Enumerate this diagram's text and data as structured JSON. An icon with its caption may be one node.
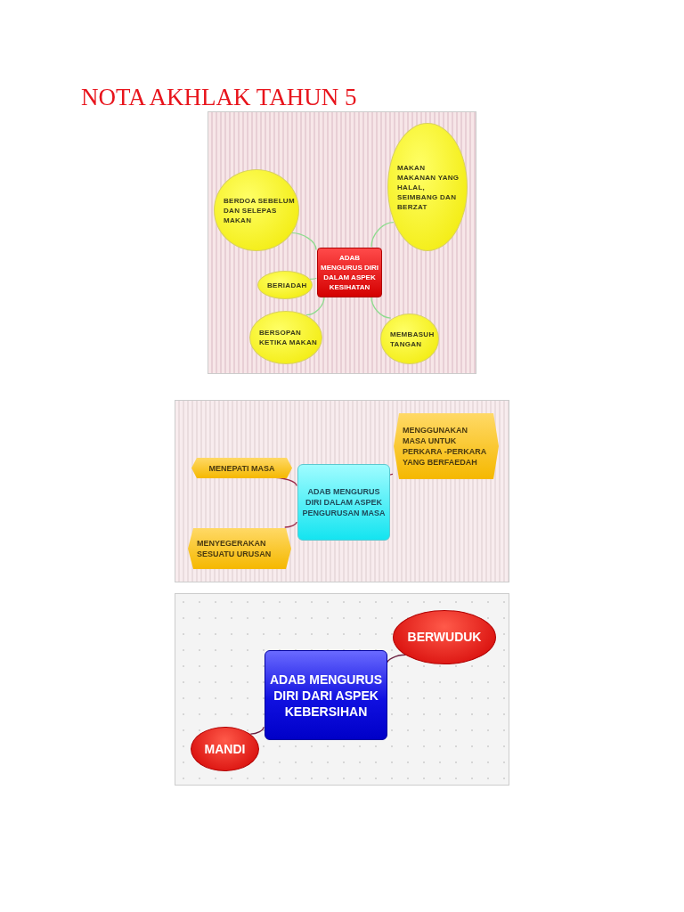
{
  "diagram": {
    "title": "NOTA AKHLAK TAHUN 5",
    "nodes": [
      {
        "text": [],
        "shape": "box"
      },
      {
        "text": [
          "ADAB MENGURUS DIRI DALAM ASPEK KESIHATAN"
        ],
        "in": 0
      },
      {
        "text": [
          "BERDOA SEBELUM DAN SELEPAS MAKAN"
        ],
        "in": 0
      },
      {
        "text": [
          "MAKAN MAKANAN YANG HALAL, SEIMBANG DAN BERZAT"
        ],
        "in": 0
      },
      {
        "text": [
          "BERIADAH"
        ],
        "in": 0
      },
      {
        "text": [
          "BERSOPAN KETIKA MAKAN"
        ],
        "in": 0
      },
      {
        "text": [
          "MEMBASUH TANGAN"
        ],
        "in": 0
      },
      {
        "text": [],
        "shape": "box"
      },
      {
        "text": [
          "ADAB MENGURUS DIRI DALAM ASPEK PENGURUSAN MASA"
        ],
        "in": 7
      },
      {
        "text": [
          "MENGGUNAKAN MASA UNTUK PERKARA -PERKARA YANG BERFAEDAH"
        ],
        "in": 7
      },
      {
        "text": [
          "MENEPATI MASA"
        ],
        "in": 7
      },
      {
        "text": [
          "MENYEGERAKAN SESUATU URUSAN"
        ],
        "in": 7
      },
      {
        "text": [],
        "shape": "box"
      },
      {
        "text": [
          "ADAB MENGURUS DIRI DARI ASPEK KEBERSIHAN"
        ],
        "in": 12
      },
      {
        "text": [
          "BERWUDUK"
        ],
        "in": 12
      },
      {
        "text": [
          "MANDI"
        ],
        "in": 12
      }
    ],
    "edges": [
      {
        "from": 1,
        "to": 2,
        "arrow": "none"
      },
      {
        "from": 1,
        "to": 3,
        "arrow": "none"
      },
      {
        "from": 1,
        "to": 4,
        "arrow": "none"
      },
      {
        "from": 1,
        "to": 5,
        "arrow": "none"
      },
      {
        "from": 1,
        "to": 6,
        "arrow": "none"
      },
      {
        "from": 8,
        "to": 9,
        "arrow": "none",
        "color": "#9b2c4a"
      },
      {
        "from": 8,
        "to": 10,
        "arrow": "none",
        "color": "#9b2c4a"
      },
      {
        "from": 8,
        "to": 11,
        "arrow": "none",
        "color": "#9b2c4a"
      },
      {
        "from": 13,
        "to": 14,
        "arrow": "none",
        "color": "#6b2040"
      },
      {
        "from": 13,
        "to": 15,
        "arrow": "none",
        "color": "#6b2040"
      }
    ]
  }
}
